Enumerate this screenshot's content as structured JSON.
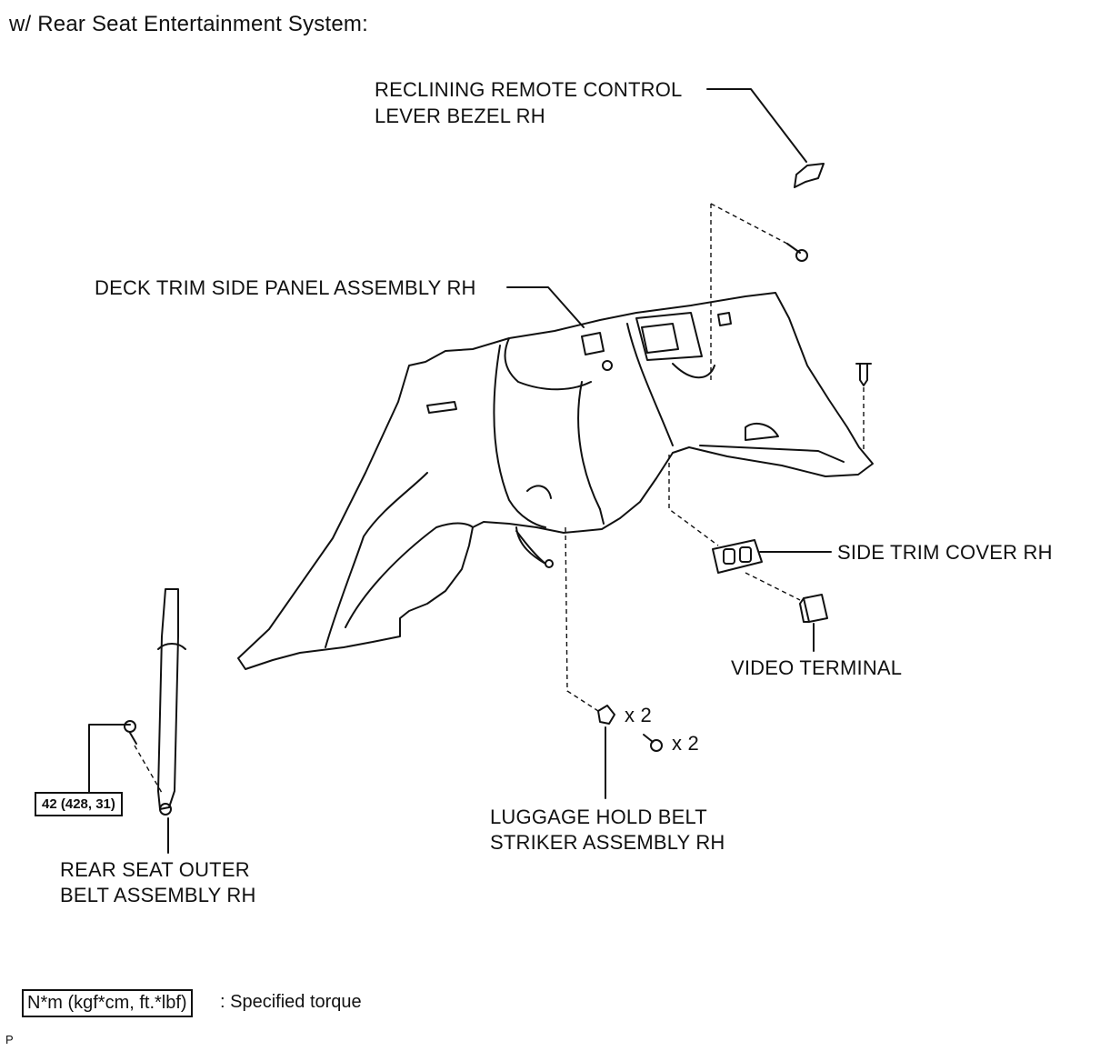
{
  "title": "w/ Rear Seat Entertainment System:",
  "parts": {
    "reclining_bezel": [
      "RECLINING REMOTE CONTROL",
      "LEVER BEZEL RH"
    ],
    "deck_trim": "DECK TRIM SIDE PANEL ASSEMBLY RH",
    "side_trim_cover": "SIDE TRIM COVER RH",
    "video_terminal": "VIDEO TERMINAL",
    "luggage_striker": [
      "LUGGAGE HOLD BELT",
      "STRIKER ASSEMBLY RH"
    ],
    "rear_belt": [
      "REAR SEAT OUTER",
      "BELT ASSEMBLY RH"
    ]
  },
  "quantities": {
    "striker": "x 2",
    "bolt": "x 2"
  },
  "torque": "42 (428, 31)",
  "legend": {
    "unit": "N*m (kgf*cm, ft.*lbf)",
    "text": ": Specified torque"
  },
  "code": "P"
}
